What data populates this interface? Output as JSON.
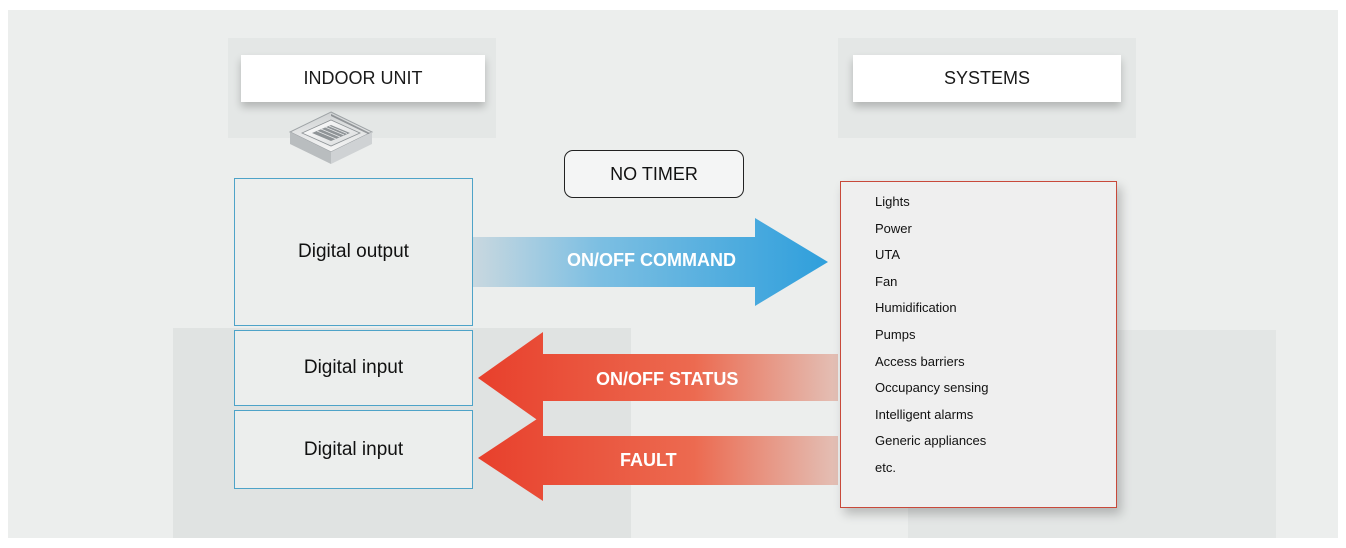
{
  "headers": {
    "indoor": "INDOOR UNIT",
    "systems": "SYSTEMS"
  },
  "timer": "NO TIMER",
  "signals": {
    "digital_output": "Digital output",
    "digital_input_1": "Digital input",
    "digital_input_2": "Digital input"
  },
  "arrows": {
    "command": "ON/OFF COMMAND",
    "status": "ON/OFF STATUS",
    "fault": "FAULT"
  },
  "systems_items": [
    "Lights",
    "Power",
    "UTA",
    "Fan",
    "Humidification",
    "Pumps",
    "Access barriers",
    "Occupancy sensing",
    "Intelligent alarms",
    "Generic appliances",
    "etc."
  ],
  "icons": {
    "indoor_unit": "cassette-ac-unit-icon"
  },
  "colors": {
    "command_arrow": "#3aa3dc",
    "status_arrow": "#e8402c",
    "input_border": "#4ea3c8",
    "systems_border": "#c8493a"
  }
}
